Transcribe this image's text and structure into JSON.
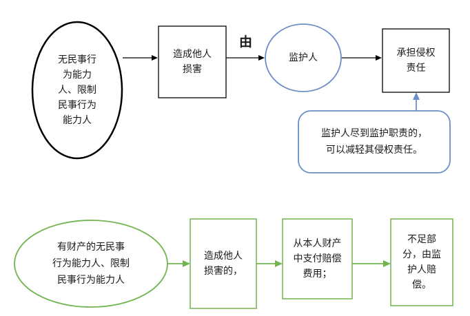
{
  "colors": {
    "black": "#000000",
    "blue": "#6a8fc9",
    "green": "#71b450"
  },
  "top_flow": {
    "start_ellipse": "无民事行\n为能力\n人、限制\n民事行为\n能力人",
    "damage_box": "造成他人\n损害",
    "arrow_label": "由",
    "guardian_circle": "监护人",
    "liability_box": "承担侵权\n责任",
    "note_box": "监护人尽到监护职责的，\n可以减轻其侵权责任。"
  },
  "bottom_flow": {
    "start_ellipse": "有财产的无民事\n行为能力人、限制\n民事行为能力人",
    "damage_box": "造成他人\n损害的，",
    "payment_box": "从本人财产\n中支付赔偿\n费用；",
    "shortfall_box": "不足部\n分，由监\n护人赔\n偿。"
  }
}
